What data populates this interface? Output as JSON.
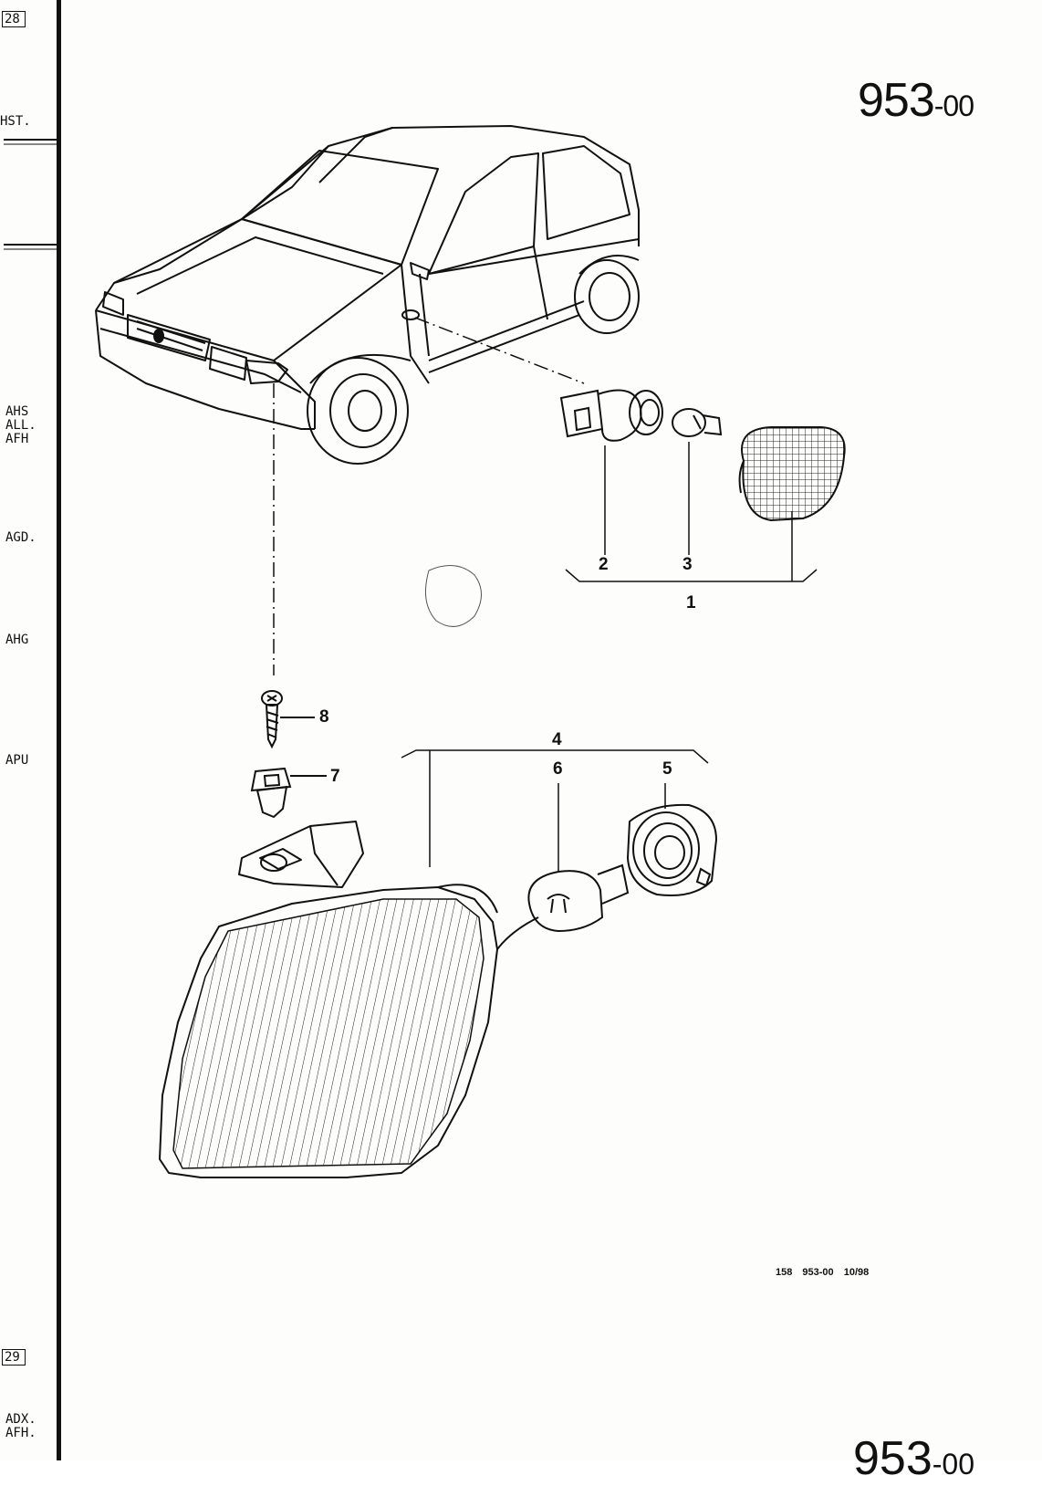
{
  "sheet": {
    "reference_number": "953",
    "reference_suffix": "-00",
    "footer_code": "158 953-00 10/98",
    "bottom_reference_number": "953",
    "bottom_reference_suffix": "-00"
  },
  "margin": {
    "top_page_box": "28",
    "bottom_page_box": "29",
    "labels": [
      "HST.",
      "AHS",
      "ALL.",
      "AFH",
      "AGD.",
      "AHG",
      "APU",
      "ADX.",
      "AFH."
    ]
  },
  "callouts": [
    "1",
    "2",
    "3",
    "4",
    "5",
    "6",
    "7",
    "8"
  ],
  "icons": {
    "car": "hatchback-car-icon",
    "side_marker": "side-marker-lamp-icon",
    "turn_signal": "front-turn-signal-lamp-icon",
    "bulb": "bulb-icon",
    "socket": "bulb-holder-icon",
    "screw": "screw-icon",
    "clip": "spring-nut-icon"
  }
}
